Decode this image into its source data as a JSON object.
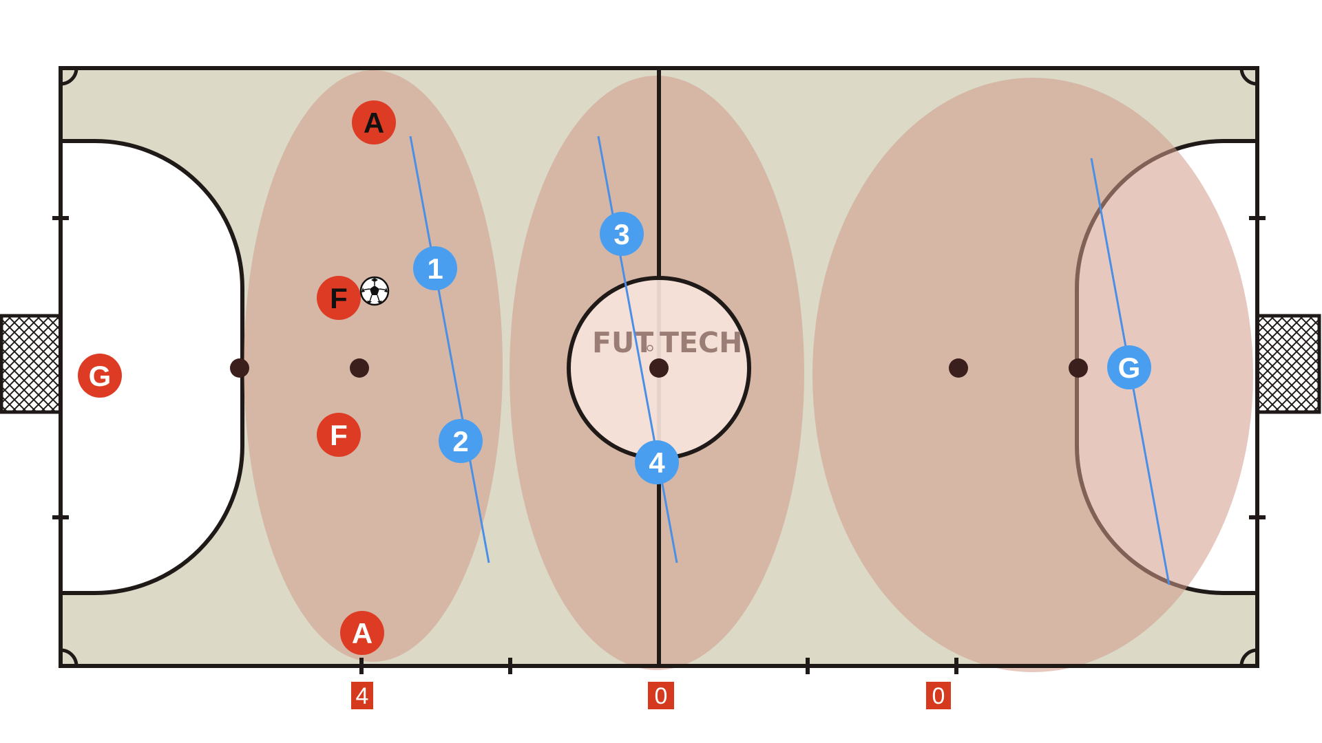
{
  "watermark": {
    "part1": "FUT",
    "part2": "TECH"
  },
  "colors": {
    "court_fill": "#dcd9c7",
    "area_fill": "#ffffff",
    "line": "#1f1a18",
    "zone": "#d29a8a",
    "center_circle_fill": "#f7e3dc",
    "red_team": "#dd3b24",
    "blue_team": "#4a9ef0",
    "blue_line": "#4a8fe6",
    "count_box": "#d63a1e",
    "watermark": "#9a7e76"
  },
  "red_team": {
    "goalkeeper": "G",
    "fixo_top": "F",
    "fixo_bottom": "F",
    "ala_top": "A",
    "ala_bottom": "A"
  },
  "blue_team": {
    "player_1": "1",
    "player_2": "2",
    "player_3": "3",
    "player_4": "4",
    "goalkeeper": "G"
  },
  "zone_counts": [
    "4",
    "0",
    "0"
  ],
  "icons": {
    "ball": "soccer-ball-icon",
    "goal_net": "goal-net-icon"
  }
}
